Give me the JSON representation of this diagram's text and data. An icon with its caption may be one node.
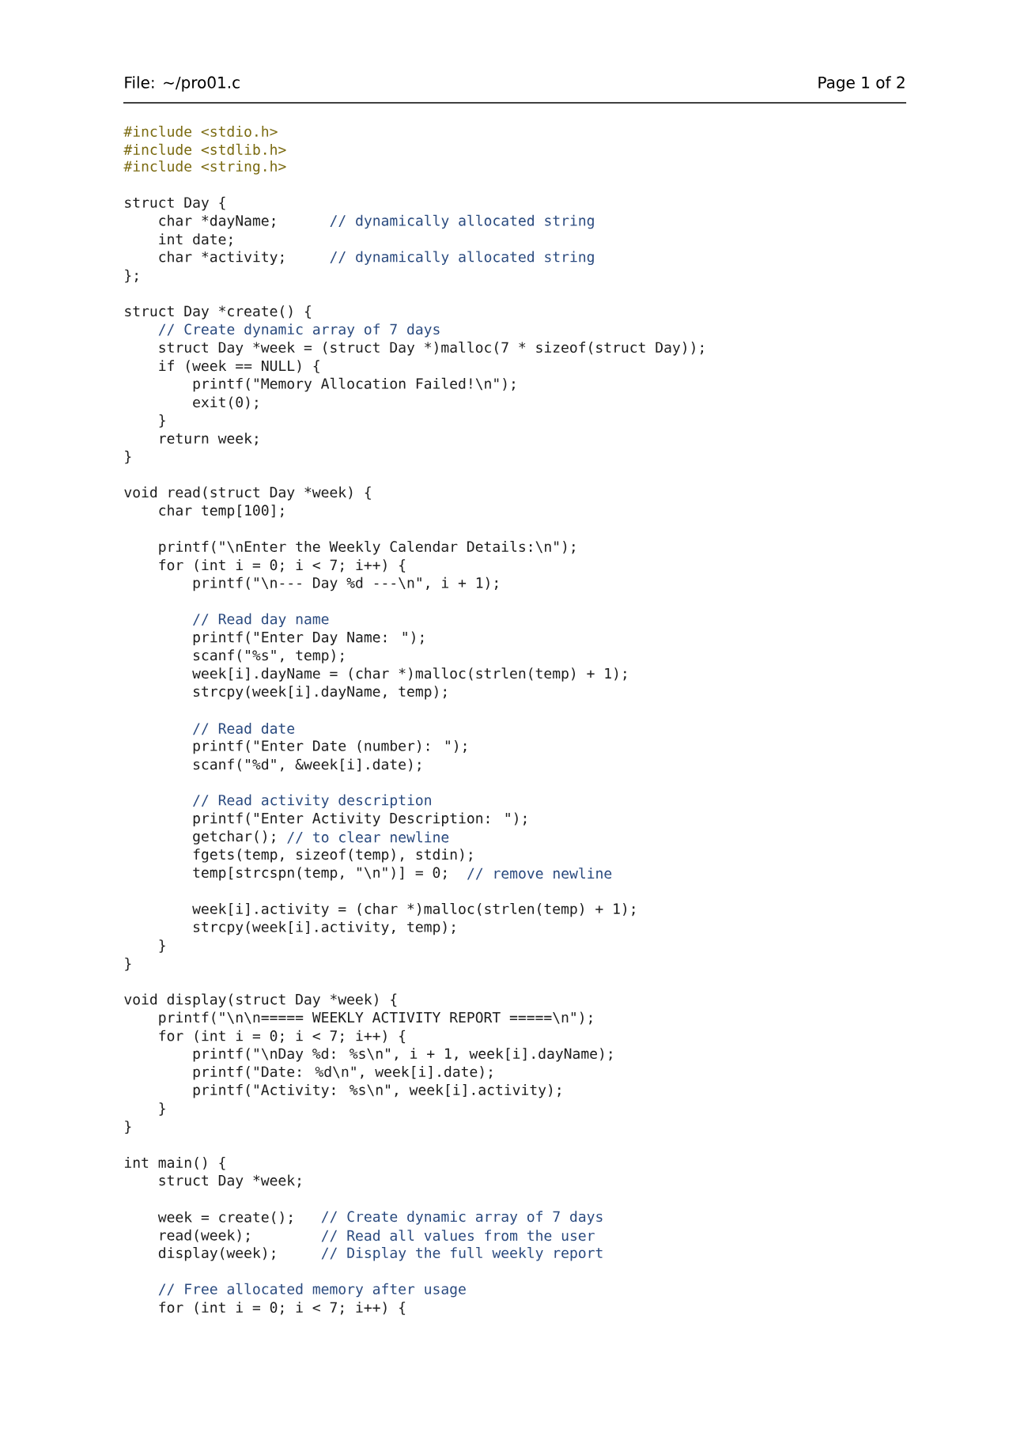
{
  "diagram": {
    "labels": [
      "File: ~/pro01.c",
      "Page 1 of 2",
      "#include <stdio.h>",
      "#include <stdlib.h>",
      "#include <string.h>",
      "struct Day {",
      "char *dayName;",
      "// dynamically allocated string",
      "int date;",
      "char *activity;",
      "// dynamically allocated string",
      "};",
      "struct Day *create() {",
      "// Create dynamic array of 7 days",
      "struct Day *week = (struct Day *)malloc(7 * sizeof(struct Day));",
      "if (week == NULL) {",
      "printf(\"Memory Allocation Failed!\\n\");",
      "exit(0);",
      "}",
      "return week;",
      "}",
      "void read(struct Day *week) {",
      "char temp[100];",
      "printf(\"\\nEnter the Weekly Calendar Details:\\n\");",
      "for (int i = 0; i < 7; i++) {",
      "printf(\"\\n--- Day %d ---\\n\", i + 1);",
      "// Read day name",
      "printf(\"Enter Day Name: \");",
      "scanf(\"%s\", temp);",
      "week[i].dayName = (char *)malloc(strlen(temp) + 1);",
      "strcpy(week[i].dayName, temp);",
      "// Read date",
      "printf(\"Enter Date (number): \");",
      "scanf(\"%d\", &week[i].date);",
      "// Read activity description",
      "printf(\"Enter Activity Description: \");",
      "getchar();",
      "// to clear newline",
      "fgets(temp, sizeof(temp), stdin);",
      "temp[strcspn(temp, \"\\n\")] = 0;",
      "// remove newline",
      "week[i].activity = (char *)malloc(strlen(temp) + 1);",
      "strcpy(week[i].activity, temp);",
      "}",
      "}",
      "void display(struct Day *week) {",
      "printf(\"\\n\\n===== WEEKLY ACTIVITY REPORT =====\\n\");",
      "for (int i = 0; i < 7; i++) {",
      "printf(\"\\nDay %d: %s\\n\", i + 1, week[i].dayName);",
      "printf(\"Date: %d\\n\", week[i].date);",
      "printf(\"Activity: %s\\n\", week[i].activity);",
      "}",
      "}",
      "int main() {",
      "struct Day *week;",
      "week = create();",
      "// Create dynamic array of 7 days",
      "read(week);",
      "// Read all values from the user",
      "display(week);",
      "// Display the full weekly report",
      "// Free allocated memory after usage",
      "for (int i = 0; i < 7; i++) {"
    ]
  }
}
